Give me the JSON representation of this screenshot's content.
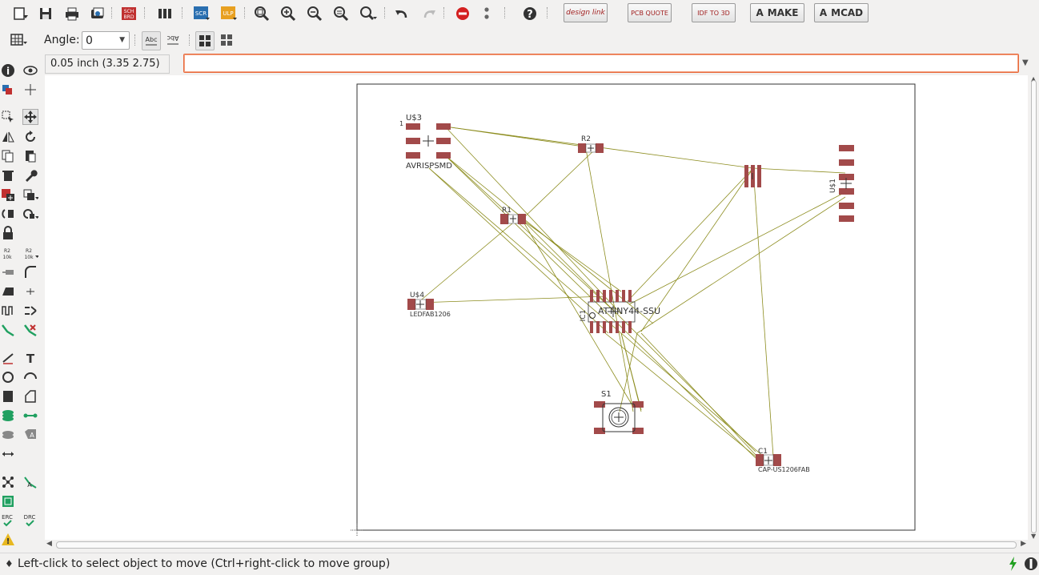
{
  "toolbar": {
    "icons": [
      "open-icon",
      "save-icon",
      "print-icon",
      "cam-icon",
      "sch-brd-icon",
      "library-icon",
      "script-icon",
      "ulp-icon",
      "zoom-fit-icon",
      "zoom-in-icon",
      "zoom-out-icon",
      "zoom-redraw-icon",
      "zoom-select-icon",
      "undo-icon",
      "redo-icon",
      "stop-icon",
      "go-icon",
      "help-icon"
    ],
    "sch_label": "SCH\nBRD",
    "scr_label": "SCR",
    "ulp_label": "ULP",
    "design_link_label": "design link",
    "pcb_quote_label": "PCB QUOTE",
    "idf_label": "IDF TO 3D",
    "make_label": "MAKE",
    "mcad_label": "MCAD"
  },
  "params": {
    "angle_label": "Angle:",
    "angle_value": "0"
  },
  "command": {
    "coordinate": "0.05 inch (3.35 2.75)",
    "input_value": ""
  },
  "board": {
    "components": [
      {
        "name": "U$3",
        "value": "AVRISPSMD"
      },
      {
        "name": "R2",
        "value": ""
      },
      {
        "name": "R1",
        "value": ""
      },
      {
        "name": "U$1",
        "value": ""
      },
      {
        "name": "U$4",
        "value": "LEDFAB1206"
      },
      {
        "name": "IC1",
        "value": "ATTINY44-SSU"
      },
      {
        "name": "S1",
        "value": ""
      },
      {
        "name": "C1",
        "value": "CAP-US1206FAB"
      }
    ],
    "pin1_marker": "1",
    "pad_color": "#a24a4a",
    "airwire_color": "#8c8c1e"
  },
  "status": {
    "message": "Left-click to select object to move (Ctrl+right-click to move group)"
  }
}
